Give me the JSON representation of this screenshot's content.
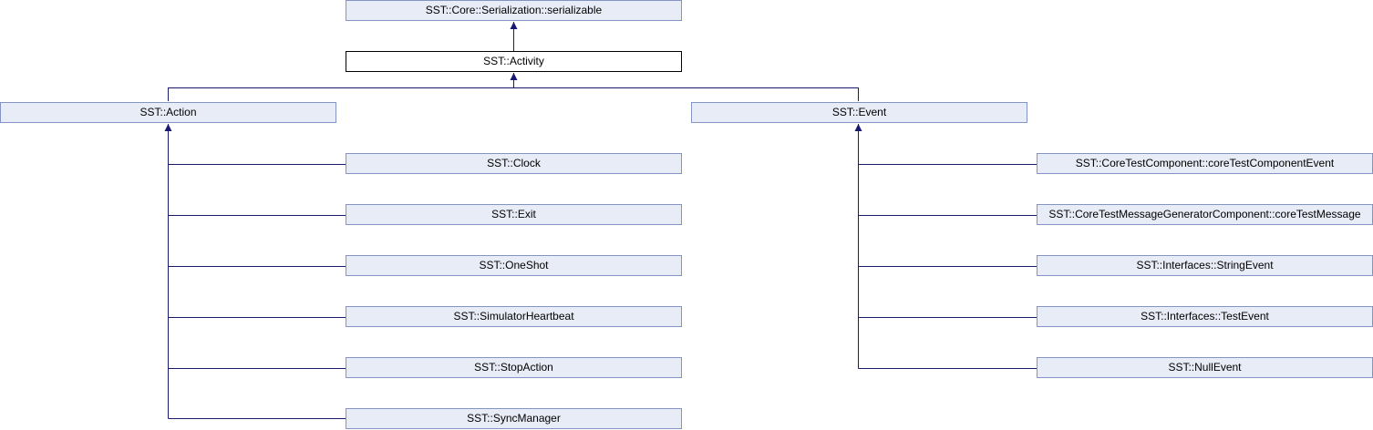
{
  "diagram": {
    "colors": {
      "edge": "#191970",
      "node_fill": "#e8ecf7",
      "node_border": "#8494c4",
      "current_fill": "#ffffff",
      "current_border": "#000000"
    },
    "nodes": {
      "serializable": "SST::Core::Serialization::serializable",
      "activity": "SST::Activity",
      "action": "SST::Action",
      "event": "SST::Event",
      "clock": "SST::Clock",
      "exit": "SST::Exit",
      "oneshot": "SST::OneShot",
      "simulator_heartbeat": "SST::SimulatorHeartbeat",
      "stop_action": "SST::StopAction",
      "sync_manager": "SST::SyncManager",
      "core_test_component_event": "SST::CoreTestComponent::coreTestComponentEvent",
      "core_test_message": "SST::CoreTestMessageGeneratorComponent::coreTestMessage",
      "string_event": "SST::Interfaces::StringEvent",
      "test_event": "SST::Interfaces::TestEvent",
      "null_event": "SST::NullEvent"
    }
  }
}
